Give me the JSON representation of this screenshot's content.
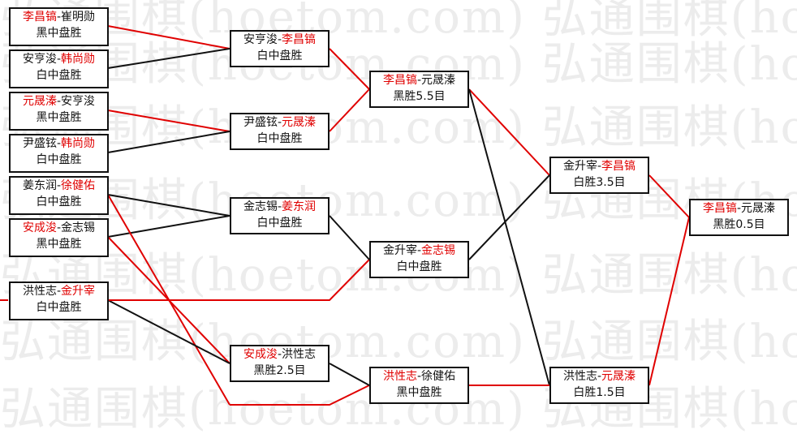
{
  "watermark": "弘通围棋(hoetom.com) 弘通围棋(hoetom.com)",
  "colors": {
    "winner": "#e00000",
    "line_win": "#e00000",
    "line_loss": "#111111"
  },
  "round1": [
    {
      "p1": "李昌镐",
      "p2": "崔明勋",
      "winner": "p1",
      "result": "黑中盘胜"
    },
    {
      "p1": "安亨浚",
      "p2": "韩尚勋",
      "winner": "p2",
      "result": "白中盘胜"
    },
    {
      "p1": "元晟溱",
      "p2": "安亨浚",
      "winner": "p1",
      "result": "黑中盘胜"
    },
    {
      "p1": "尹盛铉",
      "p2": "韩尚勋",
      "winner": "p2",
      "result": "白中盘胜"
    },
    {
      "p1": "姜东润",
      "p2": "徐健佑",
      "winner": "p2",
      "result": "白中盘胜"
    },
    {
      "p1": "安成浚",
      "p2": "金志锡",
      "winner": "p1",
      "result": "黑中盘胜"
    },
    {
      "p1": "洪性志",
      "p2": "金升宰",
      "winner": "p2",
      "result": "白中盘胜"
    }
  ],
  "round2": [
    {
      "p1": "安亨浚",
      "p2": "李昌镐",
      "winner": "p2",
      "result": "白中盘胜"
    },
    {
      "p1": "尹盛铉",
      "p2": "元晟溱",
      "winner": "p2",
      "result": "白中盘胜"
    },
    {
      "p1": "金志锡",
      "p2": "姜东润",
      "winner": "p2",
      "result": "白中盘胜"
    },
    {
      "p1": "安成浚",
      "p2": "洪性志",
      "winner": "p1",
      "result": "黑胜2.5目"
    }
  ],
  "round3": [
    {
      "p1": "李昌镐",
      "p2": "元晟溱",
      "winner": "p1",
      "result": "黑胜5.5目"
    },
    {
      "p1": "金升宰",
      "p2": "金志锡",
      "winner": "p2",
      "result": "白中盘胜"
    },
    {
      "p1": "洪性志",
      "p2": "徐健佑",
      "winner": "p1",
      "result": "黑中盘胜"
    }
  ],
  "round4": [
    {
      "p1": "金升宰",
      "p2": "李昌镐",
      "winner": "p2",
      "result": "白胜3.5目"
    },
    {
      "p1": "洪性志",
      "p2": "元晟溱",
      "winner": "p2",
      "result": "白胜1.5目"
    }
  ],
  "final": [
    {
      "p1": "李昌镐",
      "p2": "元晟溱",
      "winner": "p1",
      "result": "黑胜0.5目"
    }
  ]
}
